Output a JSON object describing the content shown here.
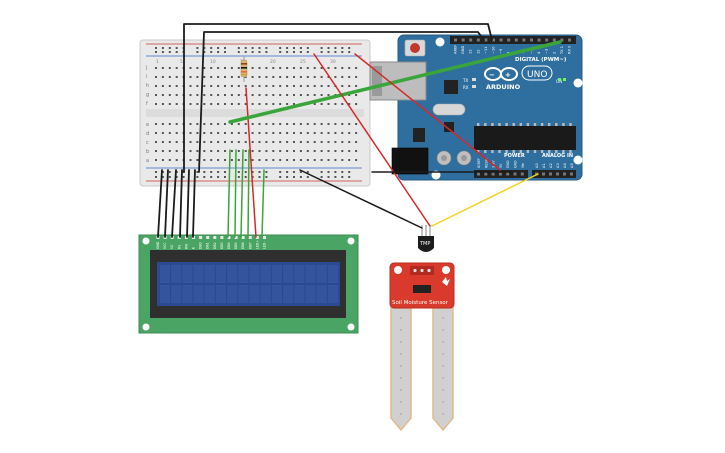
{
  "arduino": {
    "brand": "ARDUINO",
    "model": "UNO",
    "digital_label": "DIGITAL (PWM~)",
    "power_label": "POWER",
    "analog_label": "ANALOG IN",
    "tx_label": "TX",
    "rx_label": "RX",
    "on_label": "ON",
    "top_pins": [
      "AREF",
      "GND",
      "13",
      "12",
      "~11",
      "~10",
      "~9",
      "8",
      "7",
      "~6",
      "~5",
      "4",
      "~3",
      "2",
      "TX 1",
      "RX 0"
    ],
    "power_pins": [
      "IOREF",
      "RESET",
      "3.3V",
      "5V",
      "GND",
      "GND",
      "Vin"
    ],
    "analog_pins": [
      "A0",
      "A1",
      "A2",
      "A3",
      "A4",
      "A5"
    ]
  },
  "breadboard": {
    "row_letters_top": [
      "j",
      "i",
      "h",
      "g",
      "f"
    ],
    "row_letters_bottom": [
      "e",
      "d",
      "c",
      "b",
      "a"
    ],
    "column_numbers": [
      "1",
      "5",
      "10",
      "15",
      "20",
      "25",
      "30"
    ]
  },
  "temp_sensor": {
    "label": "TMP"
  },
  "soil_sensor": {
    "label": "Soil Moisture Sensor"
  },
  "lcd": {
    "pin_labels": [
      "GND",
      "VCC",
      "V0",
      "RS",
      "RW",
      "E",
      "DB0",
      "DB1",
      "DB2",
      "DB3",
      "DB4",
      "DB5",
      "DB6",
      "DB7",
      "LED+",
      "LED-"
    ]
  },
  "colors": {
    "arduino_board": "#2f6f9f",
    "breadboard": "#e9e9e9",
    "lcd_board": "#4aa564",
    "lcd_screen": "#2b4a93",
    "soil_sensor": "#d93a2b",
    "wire_black": "#1b1b1b",
    "wire_red": "#d62828",
    "wire_green": "#3aa53a",
    "wire_yellow": "#f2d21b"
  }
}
